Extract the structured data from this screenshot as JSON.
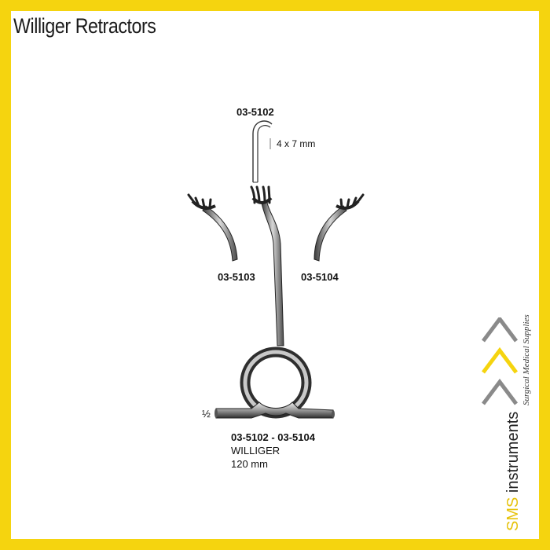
{
  "title": "Williger Retractors",
  "labels": {
    "top_code": "03-5102",
    "dimension": "4 x 7 mm",
    "left_code": "03-5103",
    "right_code": "03-5104",
    "half": "½",
    "range": "03-5102 - 03-5104",
    "name": "WILLIGER",
    "length": "120 mm"
  },
  "brand": {
    "sms": "SMS",
    "instruments": "instruments",
    "tagline": "Surgical Medical Supplies"
  },
  "colors": {
    "frame": "#f5d40f",
    "chevron_gray": "#8a8a8a",
    "chevron_yellow": "#f5d40f",
    "sms_yellow": "#e6c20a"
  }
}
